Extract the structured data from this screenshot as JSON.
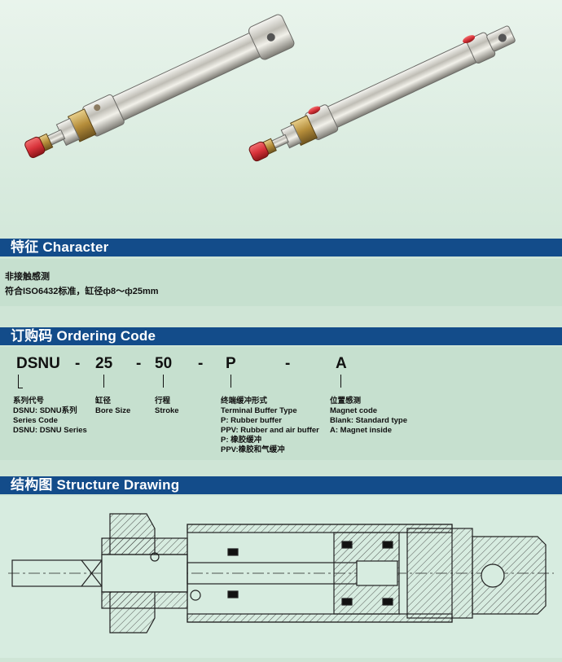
{
  "sections": {
    "character": {
      "title": "特征 Character",
      "lines": [
        "非接触感测",
        "符合ISO6432标准，缸径ф8～ф25mm"
      ]
    },
    "ordering": {
      "title": "订购码 Ordering Code",
      "parts": [
        "DSNU",
        "-",
        "25",
        "-",
        "50",
        "-",
        "P",
        "-",
        "A"
      ],
      "fields": {
        "series": [
          "系列代号",
          "DSNU: SDNU系列",
          "Series Code",
          "DSNU: DSNU Series"
        ],
        "bore": [
          "缸径",
          "Bore Size"
        ],
        "stroke": [
          "行程",
          "Stroke"
        ],
        "buffer": [
          "终端缓冲形式",
          "Terminal Buffer Type",
          "P: Rubber buffer",
          "PPV: Rubber and air buffer",
          "P: 橡胶缓冲",
          "PPV:橡胶和气缓冲"
        ],
        "magnet": [
          "位置感测",
          "Magnet code",
          "Blank: Standard type",
          "A: Magnet inside"
        ]
      }
    },
    "structure": {
      "title": "结构图 Structure Drawing"
    }
  },
  "colors": {
    "header_bar": "#134c8a",
    "panel": "#c6e0cf",
    "tip_red": "#d8323a"
  }
}
